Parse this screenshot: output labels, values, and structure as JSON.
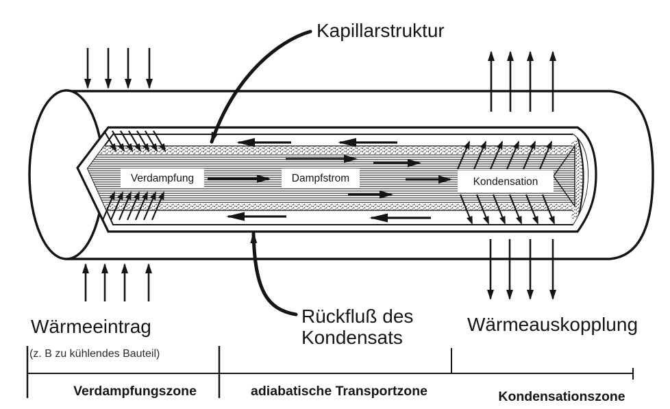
{
  "diagram": {
    "type": "heat-pipe-schematic",
    "labels": {
      "capillary_structure": "Kapillarstruktur",
      "evaporation": "Verdampfung",
      "vapor_flow": "Dampfstrom",
      "condensation": "Kondensation",
      "heat_input": "Wärmeeintrag",
      "heat_input_note": "(z. B zu kühlendes Bauteil)",
      "condensate_return_line1": "Rückfluß des",
      "condensate_return_line2": "Kondensats",
      "heat_output": "Wärmeauskopplung"
    },
    "zones": {
      "evaporation": "Verdampfungszone",
      "adiabatic": "adiabatische Transportzone",
      "condensation": "Kondensationszone"
    },
    "colors": {
      "ink": "#151515",
      "background": "#ffffff"
    }
  }
}
